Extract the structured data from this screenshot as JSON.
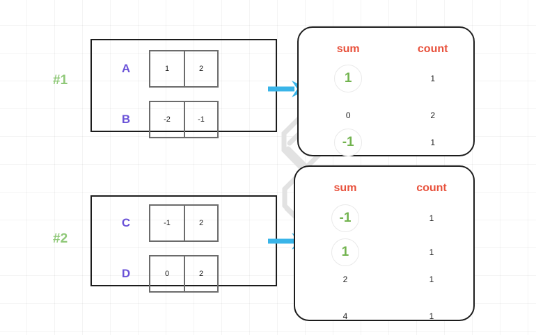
{
  "diagram": {
    "title": "partial aggregation merge diagram",
    "colors": {
      "letter": "#6a52d8",
      "group_label": "#8fc878",
      "header": "#e8513c",
      "circled_value": "#72b34f",
      "arrow": "#39b4e8",
      "connector": "#e2e2e2",
      "panel_border": "#1c1c1c",
      "cell_border": "#6b6b6b",
      "grid": "#f0f0f0"
    }
  },
  "groups": [
    {
      "label": "#1",
      "rows": [
        {
          "letter": "A",
          "cells": [
            "1",
            "2"
          ]
        },
        {
          "letter": "B",
          "cells": [
            "-2",
            "-1"
          ]
        }
      ],
      "arrow": "arrow-right-icon",
      "result": {
        "headers": {
          "sum": "sum",
          "count": "count"
        },
        "rows": [
          {
            "sum": "1",
            "count": "1",
            "circled": true
          },
          {
            "sum": "0",
            "count": "2",
            "circled": false
          },
          {
            "sum": "-1",
            "count": "1",
            "circled": true
          }
        ]
      }
    },
    {
      "label": "#2",
      "rows": [
        {
          "letter": "C",
          "cells": [
            "-1",
            "2"
          ]
        },
        {
          "letter": "D",
          "cells": [
            "0",
            "2"
          ]
        }
      ],
      "arrow": "arrow-right-icon",
      "result": {
        "headers": {
          "sum": "sum",
          "count": "count"
        },
        "rows": [
          {
            "sum": "-1",
            "count": "1",
            "circled": true
          },
          {
            "sum": "1",
            "count": "1",
            "circled": true
          },
          {
            "sum": "2",
            "count": "1",
            "circled": false
          },
          {
            "sum": "4",
            "count": "1",
            "circled": false
          }
        ]
      }
    }
  ]
}
